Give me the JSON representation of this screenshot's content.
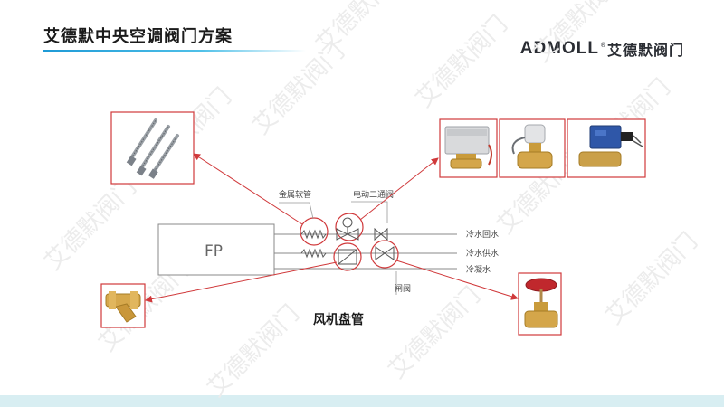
{
  "header": {
    "title": "艾德默中央空调阀门方案",
    "brand_en": "ADMOLL",
    "brand_mark": "®",
    "brand_cn": "艾德默阀门"
  },
  "watermark": {
    "text": "艾德默阀门"
  },
  "diagram": {
    "fp_label": "FP",
    "labels": {
      "metal_hose": "金属软管",
      "electric_two_way_valve": "电动二通阀",
      "cold_water_return": "冷水回水",
      "cold_water_supply": "冷水供水",
      "condensate": "冷凝水",
      "gate_valve": "闸阀"
    },
    "caption": "风机盘管"
  },
  "colors": {
    "accent_red": "#d0393b",
    "title_underline": "#1e9ad6",
    "footer_band": "#d8eef2"
  }
}
